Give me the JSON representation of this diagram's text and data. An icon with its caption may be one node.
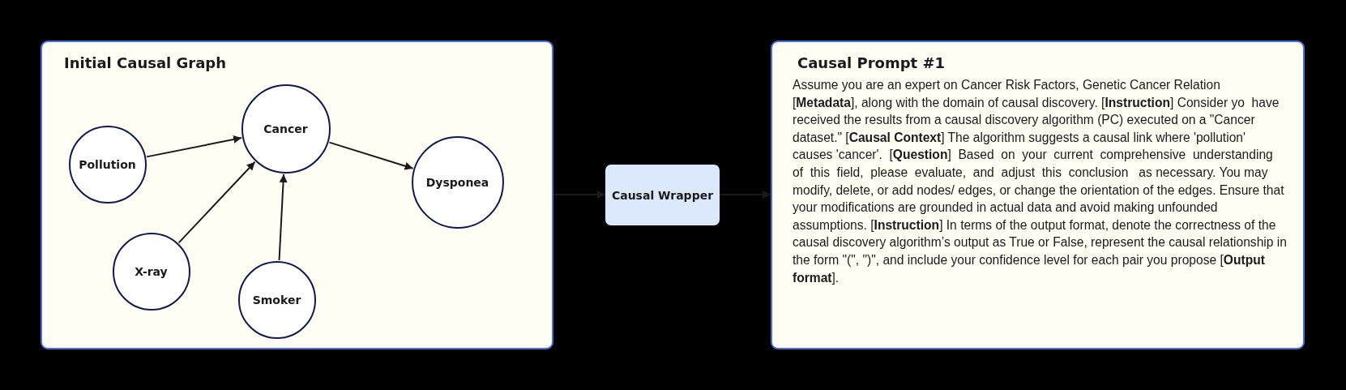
{
  "diagram": {
    "nodes": [
      {
        "text": [
          "Initial Causal Graph"
        ]
      },
      {
        "text": [
          "Cancer"
        ],
        "in": 0
      },
      {
        "text": [
          "Pollution"
        ],
        "in": 0
      },
      {
        "text": [
          "Dysponea"
        ],
        "in": 0
      },
      {
        "text": [
          "X-ray"
        ],
        "in": 0
      },
      {
        "text": [
          "Smoker"
        ],
        "in": 0
      },
      {
        "text": [
          "Causal Wrapper"
        ]
      },
      {
        "text": [
          "Causal Prompt #1",
          "Assume you are an expert on Cancer Risk Factors, Genetic Cancer Relation [**Metadata**], along with the domain of causal discovery. [**Instruction**] Consider yo  have received the results from a causal discovery algorithm (PC) executed on a \"Cancer dataset.\" [**Causal Context**] The algorithm suggests a causal link where 'pollution'   causes 'cancer'.  [**Question**]  Based  on  your  current  comprehensive  understanding  of  this  field,  please  evaluate,  and  adjust  this  conclusion   as necessary. You may modify, delete, or add nodes/ edges, or change the orientation of the edges. Ensure that your modifications are grounded in actual data and avoid making unfounded assumptions. [**Instruction**] In terms of the output format, denote the correctness of the causal discovery algorithm’s output as True or False, represent the causal relationship in the form \"(\", \")\", and include your confidence level for each pair you propose [**Output format**]."
        ]
      }
    ],
    "edges": [
      {
        "from": 2,
        "to": 1,
        "arrow": "to"
      },
      {
        "from": 4,
        "to": 1,
        "arrow": "to"
      },
      {
        "from": 5,
        "to": 1,
        "arrow": "to"
      },
      {
        "from": 1,
        "to": 3,
        "arrow": "to"
      },
      {
        "from": 0,
        "to": 6,
        "arrow": "to"
      },
      {
        "from": 6,
        "to": 7,
        "arrow": "to"
      }
    ]
  }
}
